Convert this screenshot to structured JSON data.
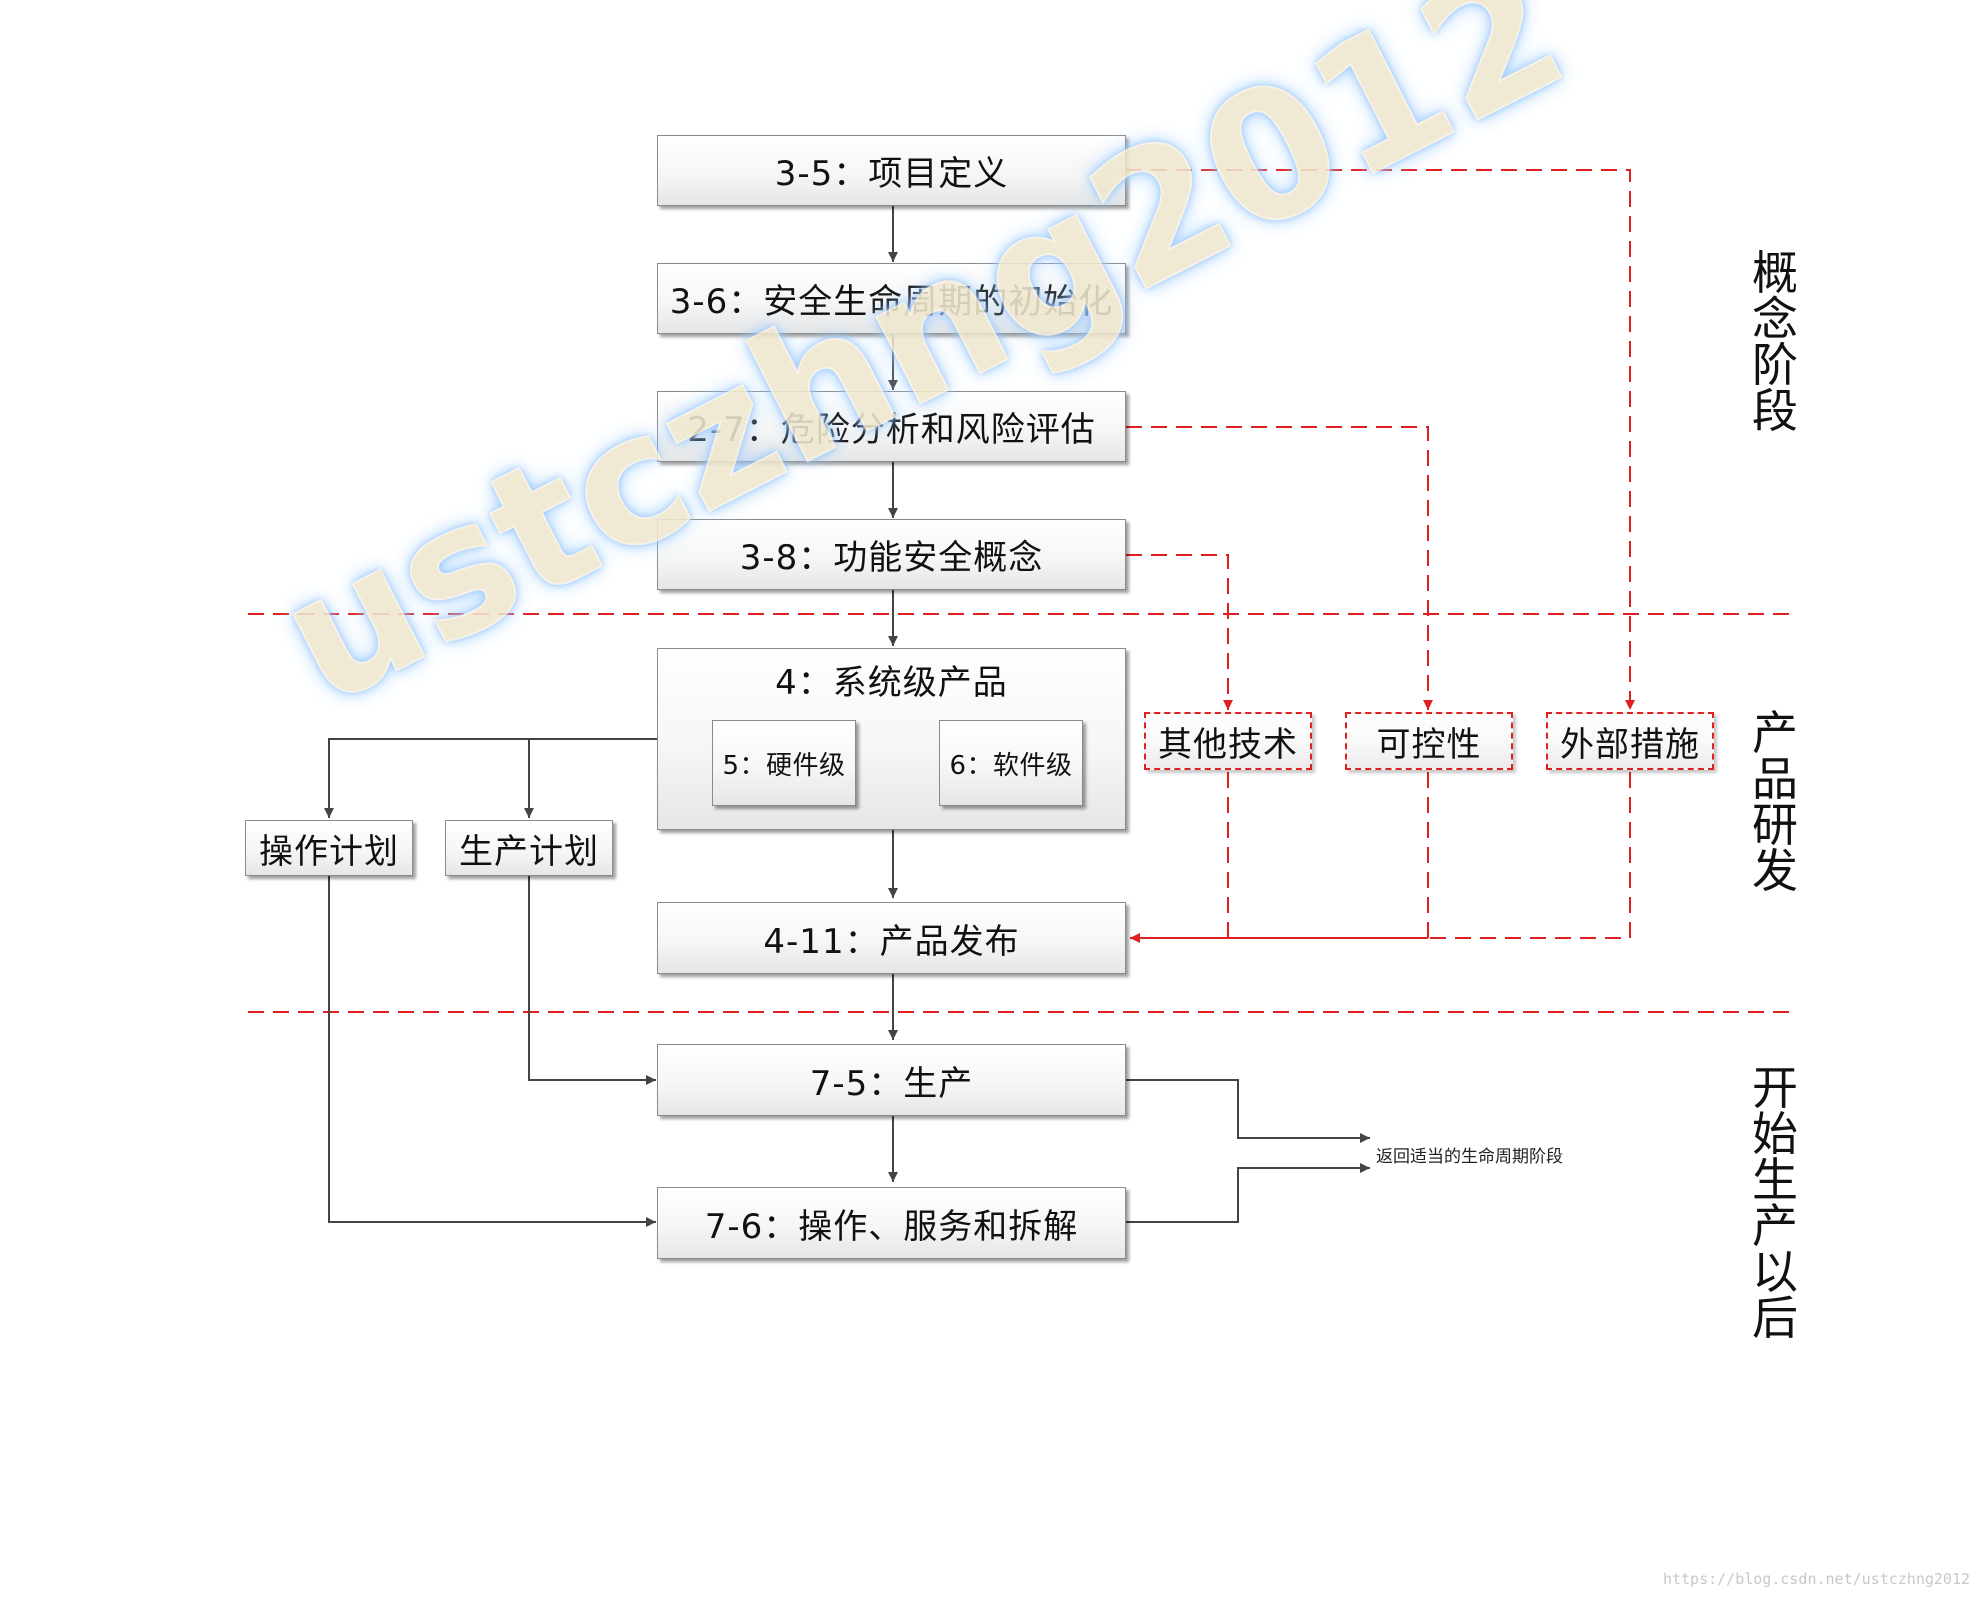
{
  "boxes": {
    "item_definition": "3-5：项目定义",
    "safety_lifecycle_init": "3-6：安全生命周期的初始化",
    "hazard_analysis": "2-7：危险分析和风险评估",
    "functional_safety_concept": "3-8：功能安全概念",
    "system_level_product": "4：系统级产品",
    "hardware_level": "5：硬件级",
    "software_level": "6：软件级",
    "operation_plan": "操作计划",
    "production_plan": "生产计划",
    "product_release": "4-11：产品发布",
    "production": "7-5：生产",
    "operation_service": "7-6：操作、服务和拆解"
  },
  "external": {
    "other_technologies": "其他技术",
    "controllability": "可控性",
    "external_measures": "外部措施"
  },
  "phases": {
    "concept": "概念阶段",
    "product_development": "产品研发",
    "after_sop": "开始生产以后"
  },
  "return_note": "返回适当的生命周期阶段",
  "watermark": "ustczhng2012",
  "footer_url": "https://blog.csdn.net/ustczhng2012",
  "colors": {
    "red_dashed": "#e02020",
    "solid_line": "#444444"
  }
}
